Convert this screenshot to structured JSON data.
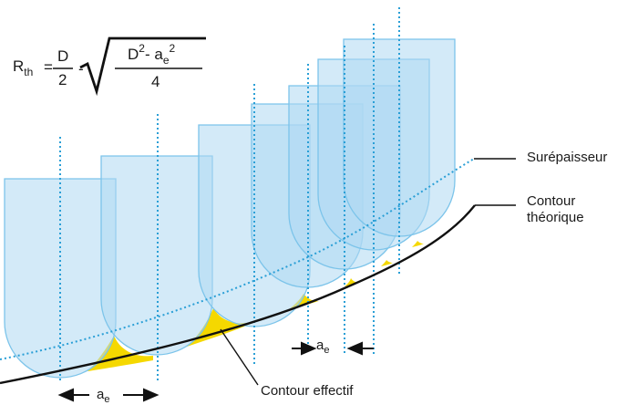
{
  "formula": {
    "lhs_main": "R",
    "lhs_sub": "th",
    "equals": "=",
    "frac1_num": "D",
    "frac1_den": "2",
    "minus": "-",
    "inner_D": "D",
    "inner_exp1": "2",
    "inner_minus": "- a",
    "inner_a_sub": "e",
    "inner_exp2": "2",
    "frac2_den": "4"
  },
  "labels": {
    "surepaisseur": "Surépaisseur",
    "contour_theorique_1": "Contour",
    "contour_theorique_2": "théorique",
    "contour_effectif": "Contour effectif"
  },
  "dimensions": {
    "ae_main": "a",
    "ae_sub": "e"
  },
  "colors": {
    "tool_fill": "#aed8f2",
    "tool_stroke": "#7cc4ea",
    "dotted_line": "#2a9fd6",
    "contour": "#111111",
    "scallop": "#f5d800"
  }
}
